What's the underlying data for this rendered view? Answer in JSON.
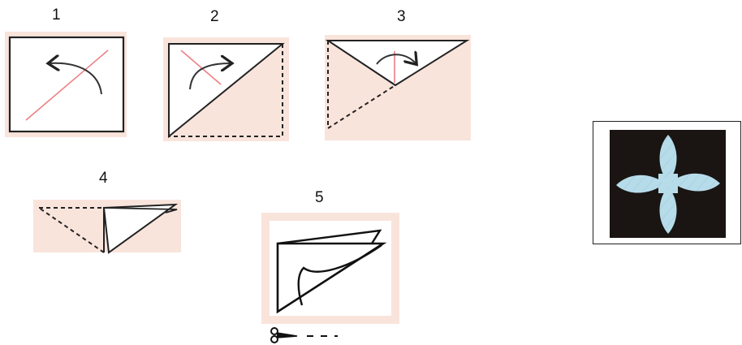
{
  "steps": [
    {
      "label": "1"
    },
    {
      "label": "2"
    },
    {
      "label": "3"
    },
    {
      "label": "4"
    },
    {
      "label": "5"
    }
  ],
  "colors": {
    "paper_pink": "#f9e4dc",
    "line": "#222222",
    "fold_line_red": "#ee7f83",
    "photo_bg": "#1a1512",
    "flower_blue": "#b6dcea"
  },
  "icons": {
    "fold_arrow": "curved-arrow-icon",
    "scissors": "scissors-icon"
  }
}
